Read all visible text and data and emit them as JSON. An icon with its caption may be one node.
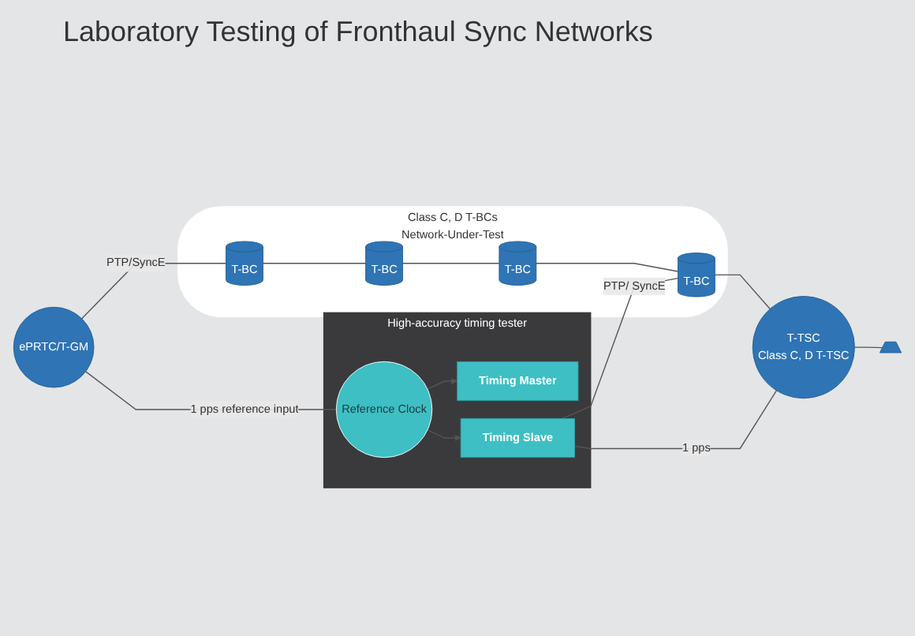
{
  "diagram": {
    "title": "Laboratory Testing of Fronthaul Sync Networks",
    "nodes": [
      {
        "text": [
          "High-accuracy timing tester"
        ]
      },
      {
        "text": [
          "Timing Master"
        ],
        "in": 0
      },
      {
        "text": [
          "Reference Clock"
        ],
        "in": 0
      },
      {
        "text": [
          "Timing Slave"
        ],
        "in": 0
      },
      {
        "text": [
          "ePRTC/T-GM"
        ]
      },
      {
        "text": [
          "Class C, D T-BCs",
          "Network-Under-Test"
        ]
      },
      {
        "text": [
          "T-BC"
        ],
        "in": 5
      },
      {
        "text": [
          "T-BC"
        ],
        "in": 5
      },
      {
        "text": [
          "T-BC"
        ],
        "in": 5
      },
      {
        "text": [
          "T-BC"
        ],
        "in": 5
      },
      {
        "text": [
          "T-TSC",
          "Class C, D T-TSC"
        ]
      },
      {
        "text": [],
        "shape": "tower"
      }
    ],
    "edges": [
      {
        "from": 2,
        "to": 1,
        "arrow": "to"
      },
      {
        "from": 2,
        "to": 3,
        "arrow": "to"
      },
      {
        "from": 4,
        "to": 2,
        "arrow": "none",
        "label": "1 pps reference input"
      },
      {
        "from": 4,
        "to": 6,
        "arrow": "none",
        "label": "PTP/SyncE"
      },
      {
        "from": 6,
        "to": 7,
        "arrow": "none"
      },
      {
        "from": 7,
        "to": 8,
        "arrow": "none"
      },
      {
        "from": 8,
        "to": 9,
        "arrow": "none"
      },
      {
        "from": 9,
        "to": 10,
        "arrow": "none"
      },
      {
        "from": 3,
        "to": 9,
        "arrow": "none",
        "label": "PTP/ SyncE"
      },
      {
        "from": 3,
        "to": 10,
        "arrow": "none",
        "label": "1 pps"
      },
      {
        "from": 10,
        "to": 11,
        "arrow": "none"
      }
    ]
  }
}
